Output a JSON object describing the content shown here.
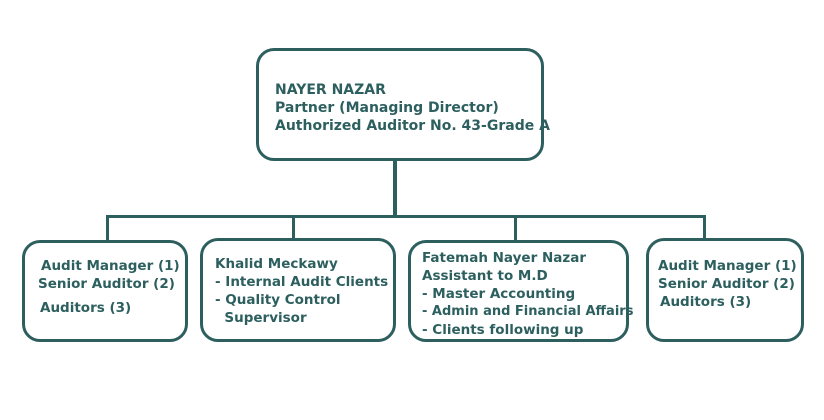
{
  "colors": {
    "line": "#2d5f5f",
    "text": "#2d5f5f"
  },
  "top": {
    "name": "NAYER NAZAR",
    "title": "Partner (Managing Director)",
    "license": "Authorized Auditor No. 43-Grade A"
  },
  "children": [
    {
      "lines": [
        "Audit Manager (1)",
        "Senior Auditor (2)",
        "Auditors (3)"
      ]
    },
    {
      "lines": [
        "Khalid Meckawy",
        "- Internal Audit Clients",
        "- Quality Control",
        "  Supervisor"
      ]
    },
    {
      "lines": [
        "Fatemah Nayer Nazar",
        "Assistant to M.D",
        "- Master Accounting",
        "- Admin and Financial Affairs",
        "- Clients following up"
      ]
    },
    {
      "lines": [
        "Audit Manager (1)",
        "Senior Auditor (2)",
        "Auditors (3)"
      ]
    }
  ]
}
